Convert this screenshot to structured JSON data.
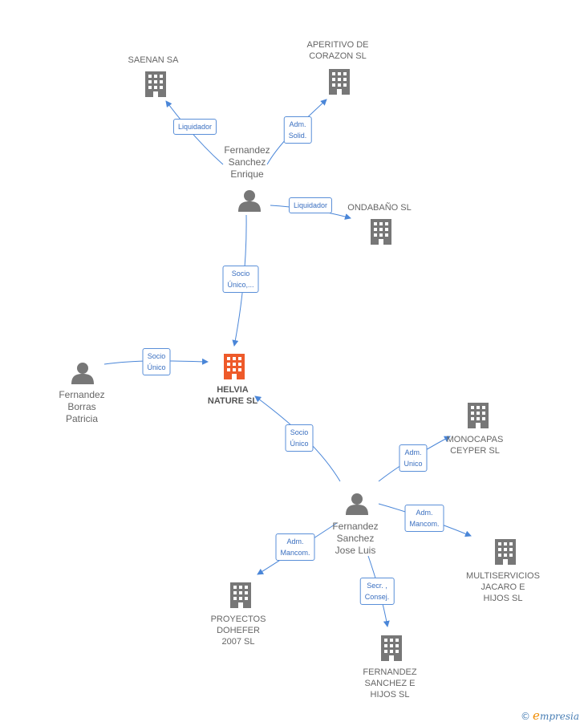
{
  "nodes": {
    "saenan": {
      "label": "SAENAN SA"
    },
    "aperitivo": {
      "label": "APERITIVO DE\nCORAZON  SL"
    },
    "fse": {
      "label": "Fernandez\nSanchez\nEnrique"
    },
    "ondabano": {
      "label": "ONDABAÑO SL"
    },
    "helvia": {
      "label": "HELVIA\nNATURE SL"
    },
    "fbp": {
      "label": "Fernandez\nBorras\nPatricia"
    },
    "monocapas": {
      "label": "MONOCAPAS\nCEYPER SL"
    },
    "fsjl": {
      "label": "Fernandez\nSanchez\nJose Luis"
    },
    "multiservicios": {
      "label": "MULTISERVICIOS\nJACARO E\nHIJOS SL"
    },
    "proyectos": {
      "label": "PROYECTOS\nDOHEFER\n2007 SL"
    },
    "fernandez_hijos": {
      "label": "FERNANDEZ\nSANCHEZ E\nHIJOS SL"
    }
  },
  "edges": {
    "e1": {
      "label": "Liquidador"
    },
    "e2": {
      "label": "Adm.\nSolid."
    },
    "e3": {
      "label": "Liquidador"
    },
    "e4": {
      "label": "Socio\nÚnico,..."
    },
    "e5": {
      "label": "Socio\nÚnico"
    },
    "e6": {
      "label": "Socio\nÚnico"
    },
    "e7": {
      "label": "Adm.\nUnico"
    },
    "e8": {
      "label": "Adm.\nMancom."
    },
    "e9": {
      "label": "Adm.\nMancom."
    },
    "e10": {
      "label": "Secr. ,\nConsej."
    }
  },
  "colors": {
    "edge": "#4a86d8",
    "building": "#777777",
    "main_building": "#ee5a2a",
    "person": "#777777"
  },
  "footer": {
    "copyright": "©",
    "brand_initial": "e",
    "brand_rest": "mpresia"
  }
}
